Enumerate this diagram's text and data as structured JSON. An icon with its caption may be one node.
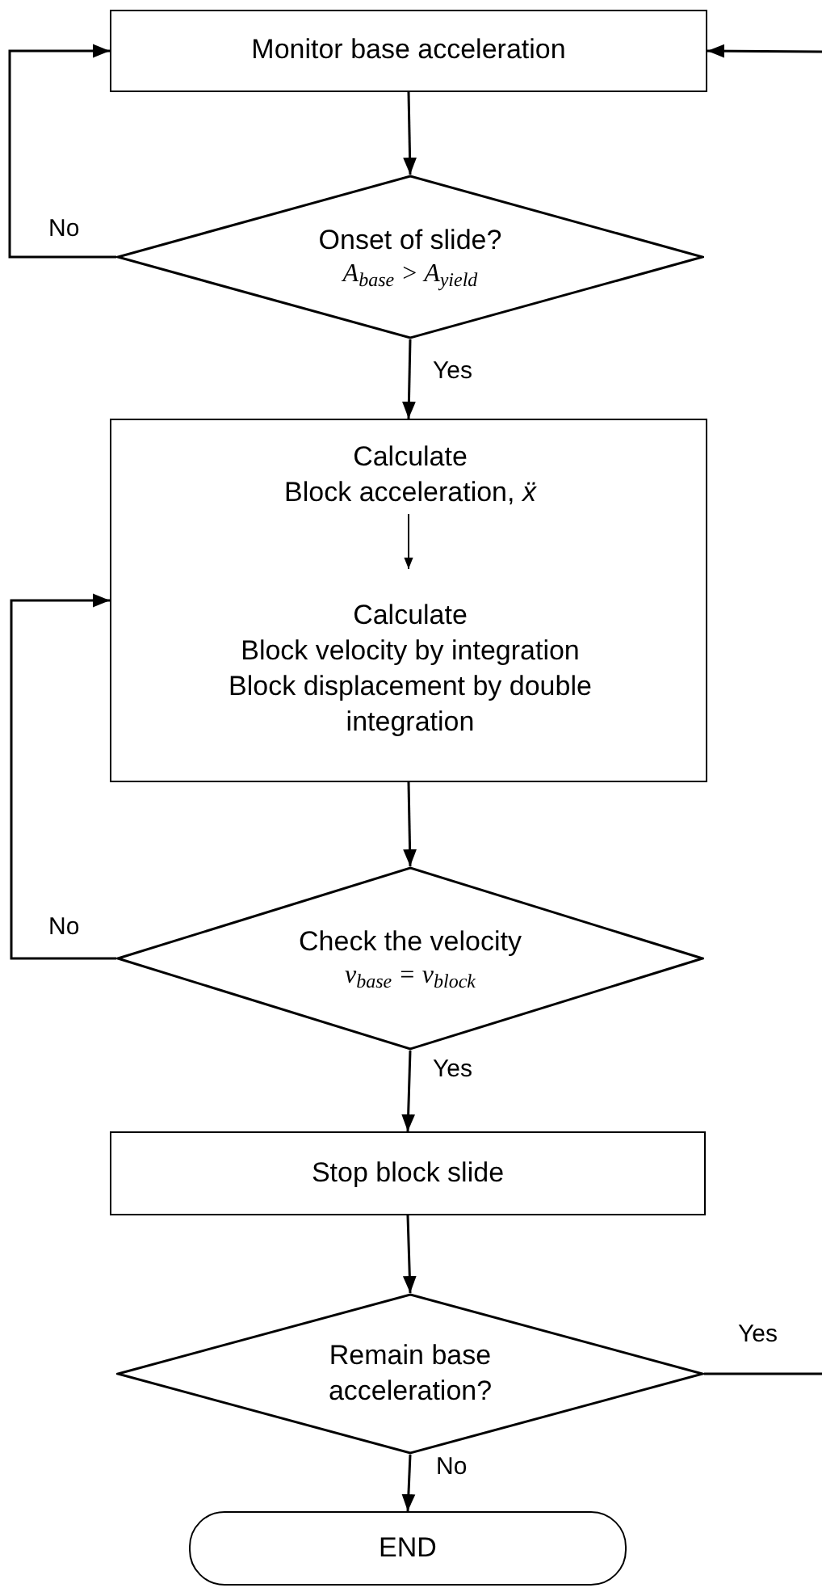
{
  "diagram": {
    "nodes": [
      {
        "text": [
          "Monitor base acceleration"
        ]
      },
      {
        "text": [
          "Onset of slide?",
          "A$_{base}$ > A$_{yield}$"
        ]
      },
      {
        "text": [],
        "shape": "box"
      },
      {
        "text": [
          "Calculate",
          "Block acceleration, *ẍ*"
        ],
        "in": 2
      },
      {
        "text": [
          "Calculate",
          "Block velocity by integration",
          "Block displacement by double integration"
        ],
        "in": 2
      },
      {
        "text": [
          "Check the velocity",
          "v$_{base}$ = v$_{block}$"
        ]
      },
      {
        "text": [
          "Stop block slide"
        ]
      },
      {
        "text": [
          "Remain base acceleration?"
        ]
      },
      {
        "text": [
          "END"
        ]
      }
    ],
    "edges": [
      {
        "from": 0,
        "to": 1,
        "arrow": "to"
      },
      {
        "from": 1,
        "to": 0,
        "arrow": "to",
        "label": "No"
      },
      {
        "from": 1,
        "to": 2,
        "arrow": "to",
        "label": "Yes"
      },
      {
        "from": 3,
        "to": 4,
        "arrow": "to"
      },
      {
        "from": 5,
        "to": 2,
        "arrow": "to",
        "label": "No"
      },
      {
        "from": 2,
        "to": 5,
        "arrow": "to"
      },
      {
        "from": 5,
        "to": 6,
        "arrow": "to",
        "label": "Yes"
      },
      {
        "from": 6,
        "to": 7,
        "arrow": "to"
      },
      {
        "from": 7,
        "to": null,
        "arrow": "none",
        "label": "Yes"
      },
      {
        "from": null,
        "to": 0,
        "arrow": "to"
      },
      {
        "from": 7,
        "to": 8,
        "arrow": "to",
        "label": "No"
      }
    ]
  }
}
